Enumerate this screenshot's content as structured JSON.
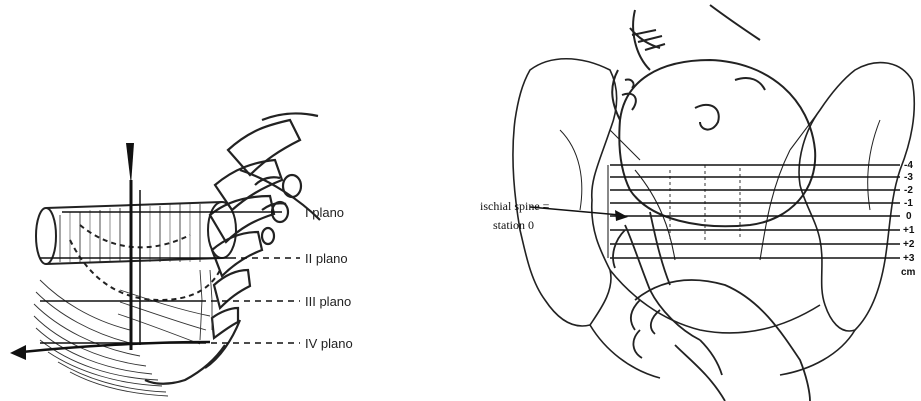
{
  "left_figure": {
    "plane_labels": [
      "I plano",
      "II plano",
      "III plano",
      "IV plano"
    ]
  },
  "right_figure": {
    "annotation_line1": "ischial spine =",
    "annotation_line2": "station 0",
    "station_labels": [
      "-4",
      "-3",
      "-2",
      "-1",
      "0",
      "+1",
      "+2",
      "+3"
    ],
    "unit_label": "cm"
  }
}
